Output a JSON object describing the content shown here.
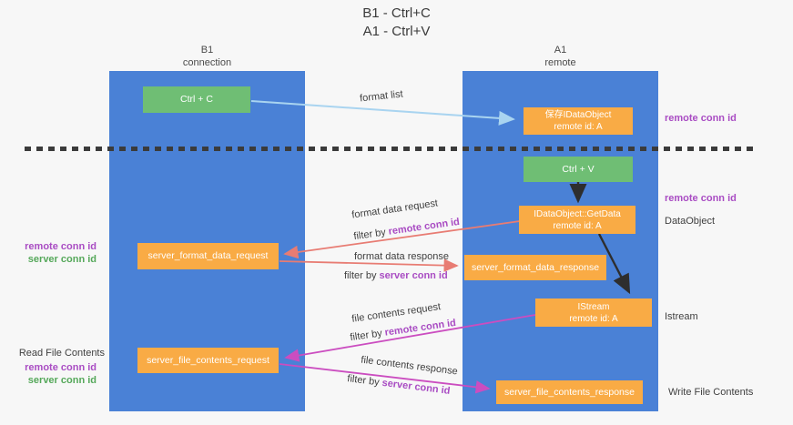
{
  "title": {
    "line1": "B1 - Ctrl+C",
    "line2": "A1 - Ctrl+V"
  },
  "lanes": {
    "left": {
      "title": "B1",
      "subtitle": "connection"
    },
    "right": {
      "title": "A1",
      "subtitle": "remote"
    }
  },
  "nodes": {
    "ctrl_c": {
      "label": "Ctrl + C"
    },
    "save_idataobject": {
      "line1": "保存IDataObject",
      "line2": "remote id: A"
    },
    "ctrl_v": {
      "label": "Ctrl + V"
    },
    "getdata": {
      "line1": "IDataObject::GetData",
      "line2": "remote id: A"
    },
    "istream": {
      "line1": "IStream",
      "line2": "remote id: A"
    },
    "format_request": {
      "label": "server_format_data_request"
    },
    "format_response": {
      "label": "server_format_data_response"
    },
    "file_request": {
      "label": "server_file_contents_request"
    },
    "file_response": {
      "label": "server_file_contents_response"
    }
  },
  "arrow_labels": {
    "format_list": "format list",
    "format_data_request": "format data request",
    "format_data_response": "format data response",
    "file_contents_request": "file contents request",
    "file_contents_response": "file contents response",
    "filter_by": "filter by ",
    "remote_conn_id": "remote conn id",
    "server_conn_id": "server conn id"
  },
  "side_labels": {
    "remote_conn_id_right_top": "remote conn id",
    "remote_conn_id_right_mid": "remote conn id",
    "dataobject": "DataObject",
    "istream": "Istream",
    "remote_conn_id_left_1": "remote conn id",
    "server_conn_id_left_1": "server conn id",
    "read_file_contents": "Read File Contents",
    "remote_conn_id_left_2": "remote conn id",
    "server_conn_id_left_2": "server conn id",
    "write_file_contents": "Write File Contents"
  },
  "colors": {
    "background": "#f7f7f7",
    "lane-blue": "#4a81d6",
    "box-green": "#6fbe74",
    "box-orange": "#f9ab45",
    "purple": "#a94cc3",
    "green-label": "#55a85a",
    "arrow-salmon": "#e87c73",
    "arrow-magenta": "#cb4dc0",
    "arrow-lightblue": "#a9d4f0",
    "arrow-black": "#2e2e2e",
    "dash": "#3b3b3b"
  }
}
